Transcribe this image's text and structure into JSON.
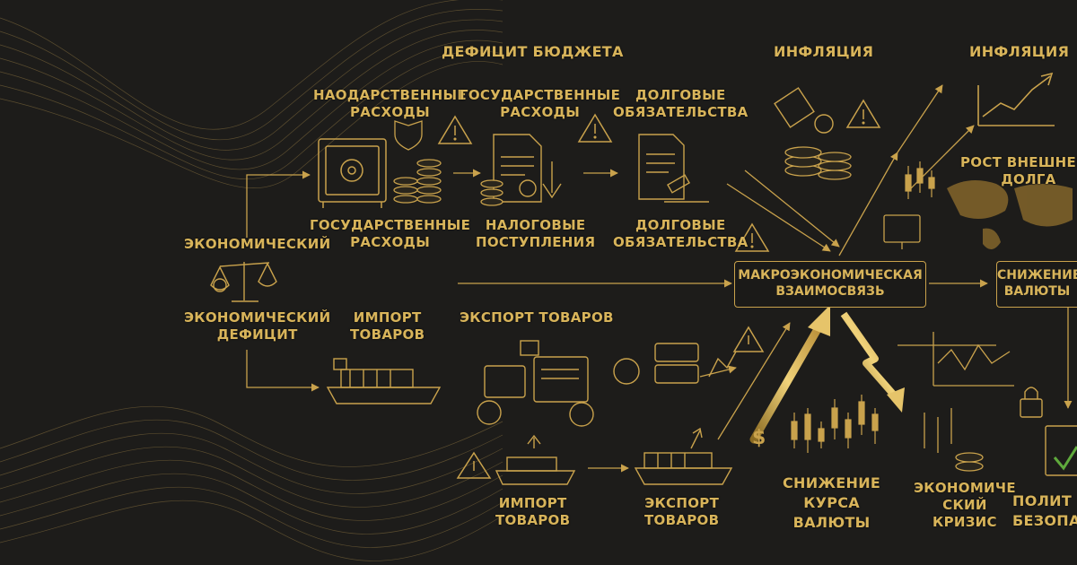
{
  "colors": {
    "background": "#1d1c1a",
    "gold": "#c9a24c",
    "text_gold": "#d8b45a"
  },
  "labels": {
    "budget_deficit": "ДЕФИЦИТ БЮДЖЕТА",
    "inflation_1": "ИНФЛЯЦИЯ",
    "inflation_2": "ИНФЛЯЦИЯ",
    "gov_spending_top_a": {
      "l1": "НАОДАРСТВЕННЫЕ",
      "l2": "РАСХОДЫ"
    },
    "gov_spending_top_b": {
      "l1": "ГОСУДАРСТВЕННЫЕ",
      "l2": "РАСХОДЫ"
    },
    "debt_obligations_top": {
      "l1": "ДОЛГОВЫЕ",
      "l2": "ОБЯЗАТЕЛЬСТВА"
    },
    "gov_spending_mid": {
      "l1": "ГОСУДАРСТВЕННЫЕ",
      "l2": "РАСХОДЫ"
    },
    "tax_revenue": {
      "l1": "НАЛОГОВЫЕ",
      "l2": "ПОСТУПЛЕНИЯ"
    },
    "debt_obligations_mid": {
      "l1": "ДОЛГОВЫЕ",
      "l2": "ОБЯЗАТЕЛЬСТВА"
    },
    "economic": "ЭКОНОМИЧЕСКИЙ",
    "economic_deficit": {
      "l1": "ЭКОНОМИЧЕСКИЙ",
      "l2": "ДЕФИЦИТ"
    },
    "import_goods_mid": {
      "l1": "ИМПОРТ",
      "l2": "ТОВАРОВ"
    },
    "export_goods_mid": "ЭКСПОРТ ТОВАРОВ",
    "external_debt_growth": {
      "l1": "РОСТ ВНЕШНЕГО",
      "l2": "ДОЛГА"
    },
    "macro_box": {
      "l1": "МАКРОЭКОНОМИЧЕСКАЯ",
      "l2": "ВЗАИМОСВЯЗЬ"
    },
    "decline_box": {
      "l1": "СНИЖЕНИЕ",
      "l2": "ВАЛЮТЫ"
    },
    "import_goods_bottom": {
      "l1": "ИМПОРТ",
      "l2": "ТОВАРОВ"
    },
    "export_goods_bottom": {
      "l1": "ЭКСПОРТ",
      "l2": "ТОВАРОВ"
    },
    "currency_decline": {
      "l1": "СНИЖЕНИЕ",
      "l2": "КУРСА",
      "l3": "ВАЛЮТЫ"
    },
    "economic_crisis": {
      "l1": "ЭКОНОМИЧЕ",
      "l2": "СКИЙ",
      "l3": "КРИЗИС"
    },
    "policy_security": {
      "l1": "ПОЛИТ",
      "l2": "БЕЗОПАС"
    }
  },
  "icons": {
    "dollar_symbol": "$",
    "euro_symbol": "€",
    "warning_symbol": "!"
  }
}
